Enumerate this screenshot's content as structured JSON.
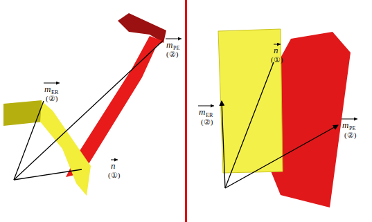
{
  "diagram": {
    "labels": [
      "m",
      "ER",
      "(②)",
      "m",
      "PE",
      "(②)",
      "n",
      "(①)",
      "m",
      "ER",
      "(②)",
      "n",
      "(①)",
      "m",
      "PE",
      "(②)"
    ]
  }
}
